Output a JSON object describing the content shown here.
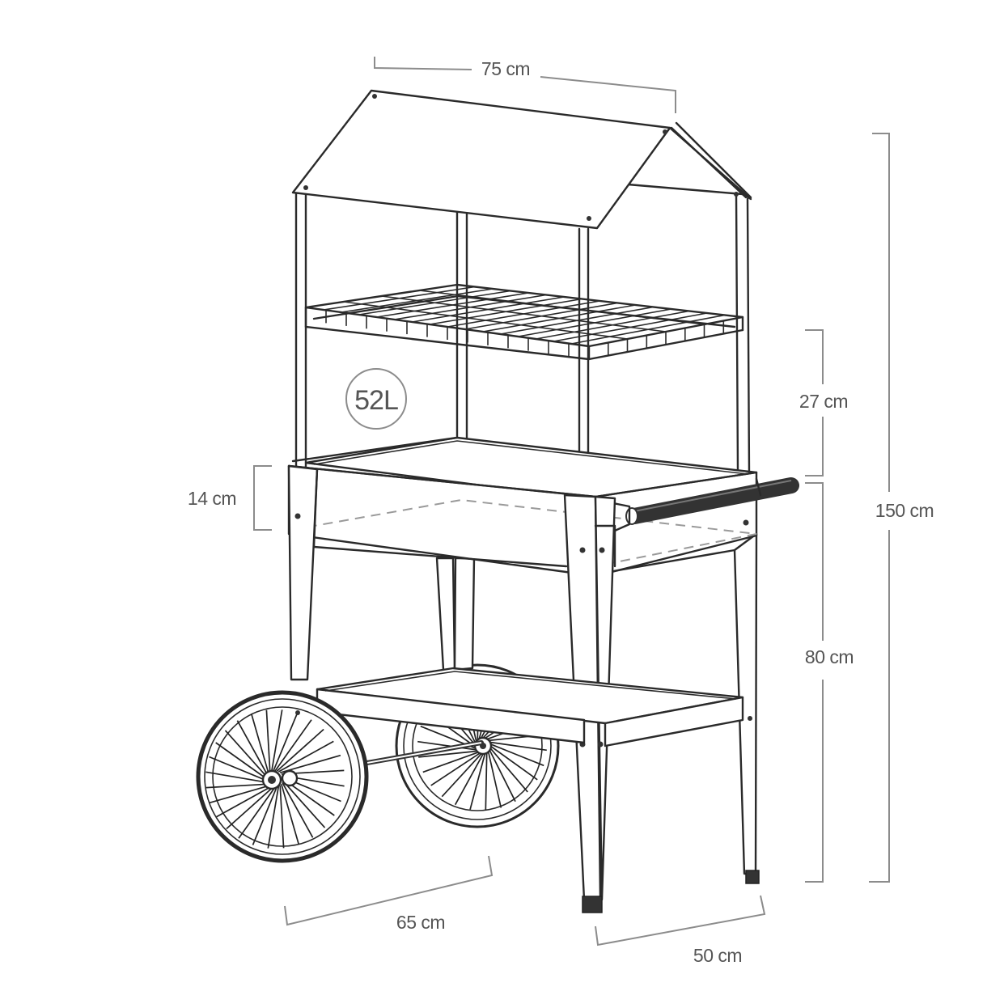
{
  "diagram": {
    "dimensions": {
      "top_width": "75 cm",
      "shelf_height": "27 cm",
      "overall_height": "150 cm",
      "box_depth": "14 cm",
      "leg_height": "80 cm",
      "wheel_side_length": "65 cm",
      "front_depth": "50 cm"
    },
    "capacity_badge": "52L"
  }
}
